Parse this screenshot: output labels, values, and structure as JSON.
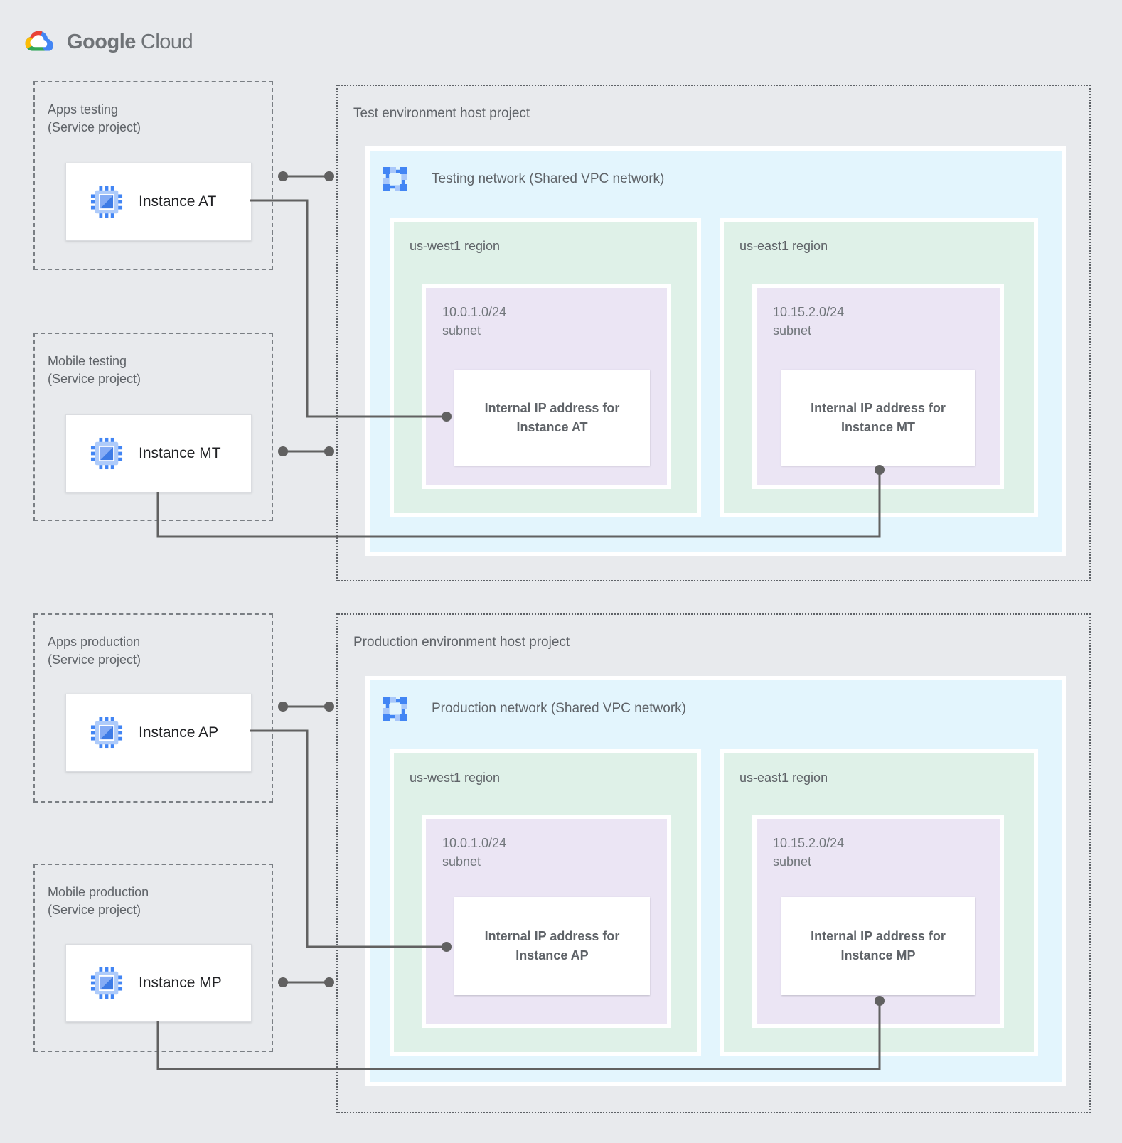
{
  "logo": {
    "word1": "Google",
    "word2": "Cloud"
  },
  "icons": {
    "logo": "google-cloud-logo",
    "vpc": "vpc-network-icon",
    "instance": "compute-engine-icon"
  },
  "colors": {
    "background": "#E8EAED",
    "network_fill": "#E3F5FD",
    "region_fill": "#DFF1E8",
    "subnet_fill": "#EBE5F4",
    "connector": "#616161",
    "icon_blue": "#4285F4",
    "icon_blue_light": "#AECBFA"
  },
  "environments": [
    {
      "host_title": "Test environment host project",
      "network_label": "Testing network (Shared VPC network)",
      "service_projects": [
        {
          "name": "Apps testing",
          "type": "(Service project)",
          "instance": "Instance AT"
        },
        {
          "name": "Mobile testing",
          "type": "(Service project)",
          "instance": "Instance MT"
        }
      ],
      "regions": [
        {
          "name": "us-west1 region",
          "cidr": "10.0.1.0/24",
          "subnet_word": "subnet",
          "ip_line1": "Internal IP address for",
          "ip_line2": "Instance AT"
        },
        {
          "name": "us-east1 region",
          "cidr": "10.15.2.0/24",
          "subnet_word": "subnet",
          "ip_line1": "Internal IP address for",
          "ip_line2": "Instance MT"
        }
      ]
    },
    {
      "host_title": "Production environment host project",
      "network_label": "Production network (Shared VPC network)",
      "service_projects": [
        {
          "name": "Apps production",
          "type": "(Service project)",
          "instance": "Instance AP"
        },
        {
          "name": "Mobile production",
          "type": "(Service project)",
          "instance": "Instance MP"
        }
      ],
      "regions": [
        {
          "name": "us-west1 region",
          "cidr": "10.0.1.0/24",
          "subnet_word": "subnet",
          "ip_line1": "Internal IP address for",
          "ip_line2": "Instance AP"
        },
        {
          "name": "us-east1 region",
          "cidr": "10.15.2.0/24",
          "subnet_word": "subnet",
          "ip_line1": "Internal IP address for",
          "ip_line2": "Instance MP"
        }
      ]
    }
  ]
}
